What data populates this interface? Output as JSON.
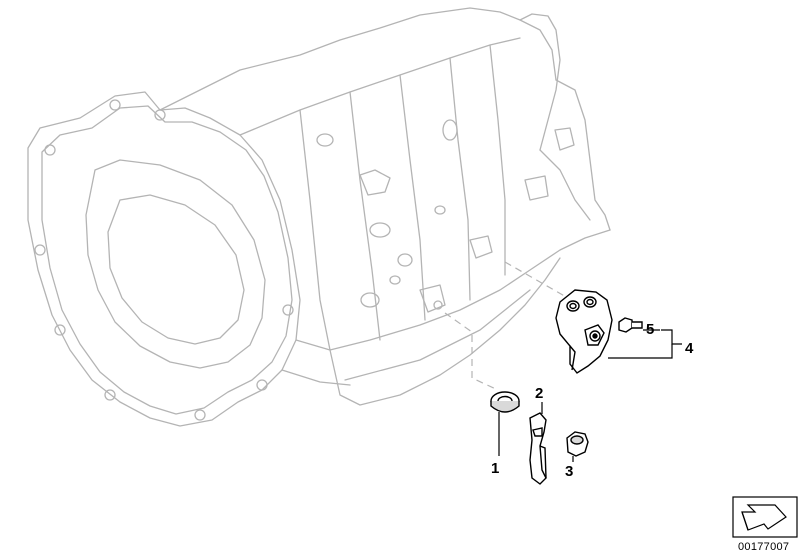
{
  "diagram": {
    "callouts": {
      "part1": "1",
      "part2": "2",
      "part3": "3",
      "part4": "4",
      "part5": "5"
    },
    "diagram_id": "00177007",
    "icons": {
      "transmission": "transmission-housing-illustration",
      "washer": "washer-icon",
      "bracket_lever": "lever-bracket-icon",
      "nut": "nut-icon",
      "mount_bracket": "mount-bracket-icon",
      "bolt": "bolt-icon",
      "navigation": "diagram-navigation-arrow-icon"
    },
    "colors": {
      "line_art": "#b4b4b4",
      "parts": "#000000",
      "background": "#ffffff"
    }
  }
}
